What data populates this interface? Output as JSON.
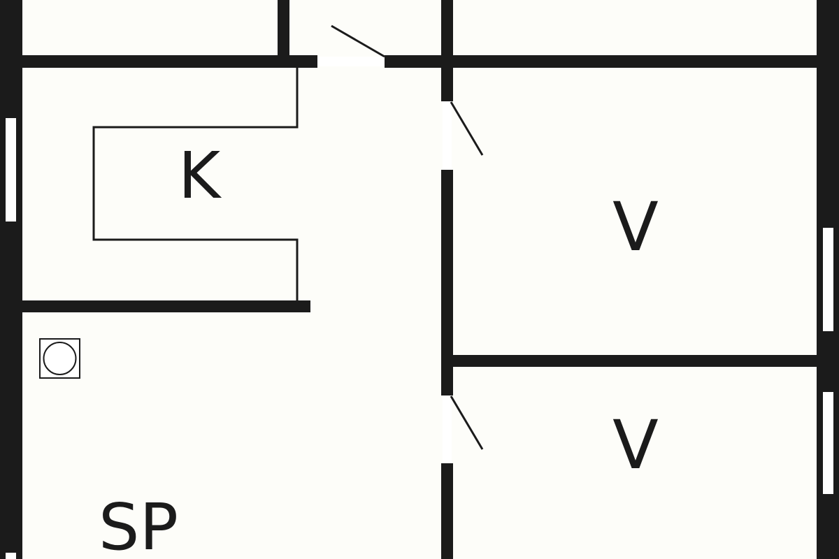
{
  "rooms": {
    "kitchen": {
      "label": "K"
    },
    "bedroom_upper": {
      "label": "V"
    },
    "bedroom_lower": {
      "label": "V"
    },
    "living": {
      "label": "SP"
    }
  },
  "icons": {
    "fireplace": "fireplace-icon",
    "door": "door-swing-icon",
    "window": "window-icon"
  },
  "colors": {
    "wall": "#1b1b1b",
    "floor": "#fdfdf9",
    "opening": "#ffffff"
  }
}
